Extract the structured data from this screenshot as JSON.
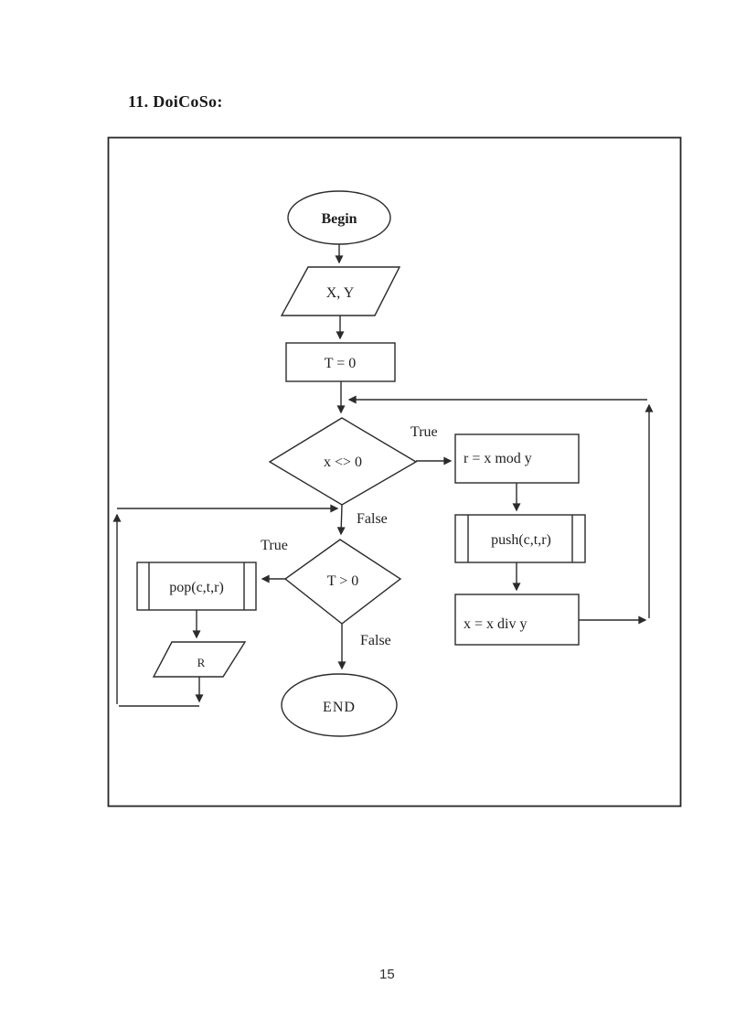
{
  "theme": {
    "stroke": "#2b2b2b",
    "paper": "#ffffff"
  },
  "document": {
    "heading": "11. DoiCoSo:",
    "page_number": "15"
  },
  "flowchart": {
    "type": "flowchart",
    "nodes": {
      "begin": {
        "shape": "terminator",
        "label": "Begin"
      },
      "input": {
        "shape": "io",
        "label": "X, Y"
      },
      "init": {
        "shape": "process",
        "label": "T = 0"
      },
      "decision1": {
        "shape": "decision",
        "label": "x <> 0"
      },
      "mod": {
        "shape": "process",
        "label": "r = x mod y"
      },
      "push": {
        "shape": "predefined",
        "label": "push(c,t,r)"
      },
      "div": {
        "shape": "process",
        "label": "x = x div y"
      },
      "decision2": {
        "shape": "decision",
        "label": "T > 0"
      },
      "pop": {
        "shape": "predefined",
        "label": "pop(c,t,r)"
      },
      "output": {
        "shape": "io",
        "label": "R"
      },
      "end": {
        "shape": "terminator",
        "label": "END"
      }
    },
    "branch_labels": {
      "decision1_true": "True",
      "decision1_false": "False",
      "decision2_true": "True",
      "decision2_false": "False"
    },
    "edges": [
      "begin -> input",
      "input -> init",
      "init -> decision1",
      "decision1 -True-> mod",
      "mod -> push",
      "push -> div",
      "div -> decision1 (loop back)",
      "decision1 -False-> decision2",
      "decision2 -True-> pop",
      "pop -> output",
      "output -> decision2 (loop back)",
      "decision2 -False-> end"
    ]
  }
}
